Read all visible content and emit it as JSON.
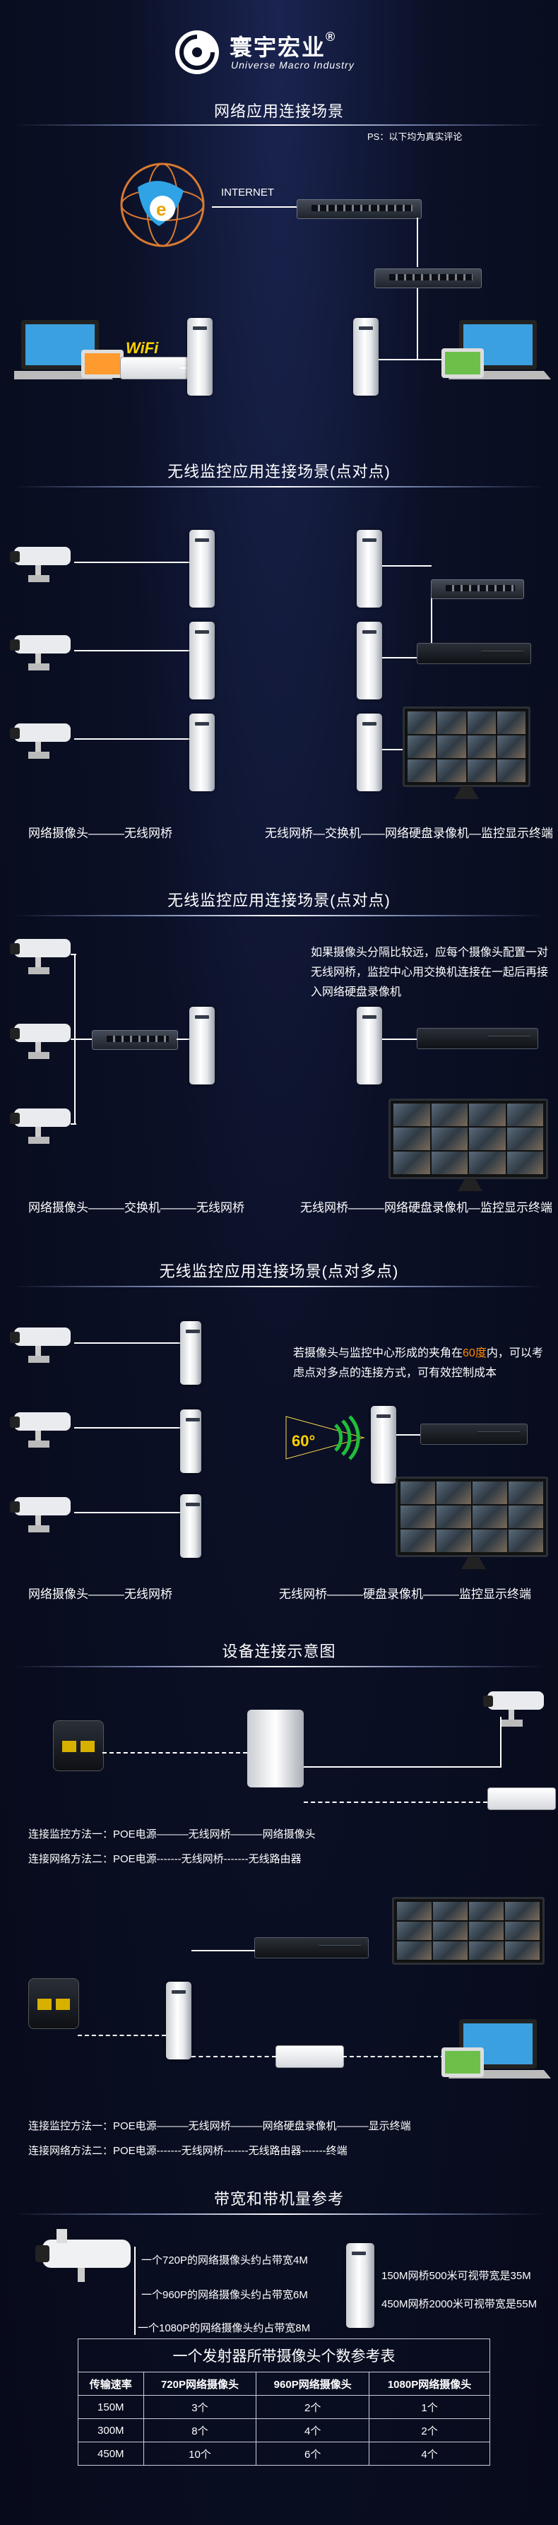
{
  "brand": {
    "name_cn": "寰宇宏业",
    "registered": "®",
    "name_en": "Universe Macro Industry"
  },
  "s1": {
    "title": "网络应用连接场景",
    "ps": "PS：以下均为真实评论",
    "internet": "INTERNET",
    "wifi": "WiFi"
  },
  "s2": {
    "title": "无线监控应用连接场景(点对点)",
    "left": "网络摄像头———无线网桥",
    "right": "无线网桥—交换机——网络硬盘录像机—监控显示终端"
  },
  "s3": {
    "title": "无线监控应用连接场景(点对点)",
    "note": "如果摄像头分隔比较远，应每个摄像头配置一对无线网桥，监控中心用交换机连接在一起后再接入网络硬盘录像机",
    "left": "网络摄像头———交换机———无线网桥",
    "right": "无线网桥———网络硬盘录像机—监控显示终端"
  },
  "s4": {
    "title": "无线监控应用连接场景(点对多点)",
    "note_pre": "若摄像头与监控中心形成的夹角在",
    "note_hl": "60度",
    "note_post": "内，可以考虑点对多点的连接方式，可有效控制成本",
    "angle": "60°",
    "left": "网络摄像头———无线网桥",
    "right": "无线网桥———硬盘录像机———监控显示终端"
  },
  "s5": {
    "title": "设备连接示意图",
    "m1a": "连接监控方法一：POE电源———无线网桥———网络摄像头",
    "m1b": "连接网络方法二：POE电源-------无线网桥-------无线路由器",
    "m2a": "连接监控方法一：POE电源———无线网桥———网络硬盘录像机———显示终端",
    "m2b": "连接网络方法二：POE电源-------无线网桥-------无线路由器-------终端"
  },
  "s6": {
    "title": "带宽和带机量参考",
    "l1": "一个720P的网络摄像头约占带宽4M",
    "l2": "一个960P的网络摄像头约占带宽6M",
    "l3": "一个1080P的网络摄像头约占带宽8M",
    "r1": "150M网桥500米可视带宽是35M",
    "r2": "450M网桥2000米可视带宽是55M"
  },
  "table": {
    "title": "一个发射器所带摄像头个数参考表",
    "headers": [
      "传输速率",
      "720P网络摄像头",
      "960P网络摄像头",
      "1080P网络摄像头"
    ],
    "rows": [
      [
        "150M",
        "3个",
        "2个",
        "1个"
      ],
      [
        "300M",
        "8个",
        "4个",
        "2个"
      ],
      [
        "450M",
        "10个",
        "6个",
        "4个"
      ]
    ]
  },
  "colors": {
    "highlight": "#ff8800",
    "background": "#0b1026",
    "wifi_green": "#1fbf3a"
  }
}
